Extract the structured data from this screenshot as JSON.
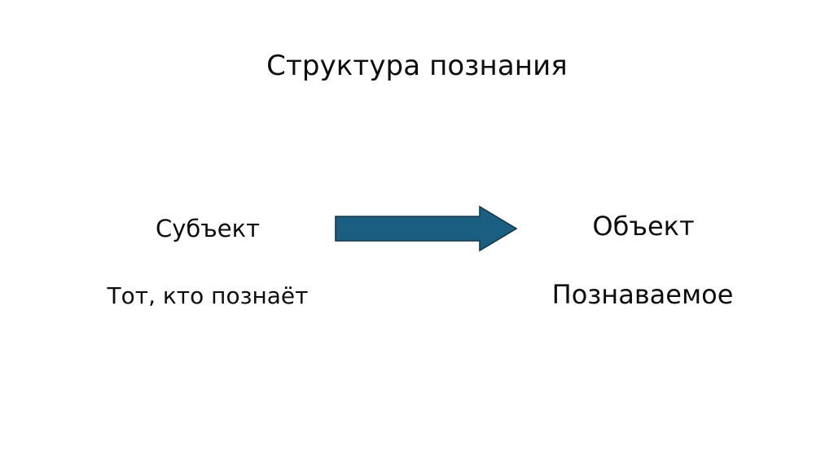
{
  "slide": {
    "title": "Структура познания",
    "background_color": "#FFFFFF",
    "text_color": "#0D0D0D"
  },
  "diagram": {
    "type": "two-node-directed-relation",
    "accent_color": "#1A5F82",
    "outline_color": "#14364A",
    "nodes": [
      {
        "id": "subject",
        "label": "Субъект",
        "description": "Тот, кто познаёт",
        "position": "left"
      },
      {
        "id": "object",
        "label": "Объект",
        "description": "Познаваемое",
        "position": "right"
      }
    ],
    "connector": {
      "icon": "right-block-arrow-icon",
      "direction": "left-to-right",
      "from": "subject",
      "to": "object",
      "fill": "#1A5F82",
      "stroke": "#14364A"
    }
  }
}
